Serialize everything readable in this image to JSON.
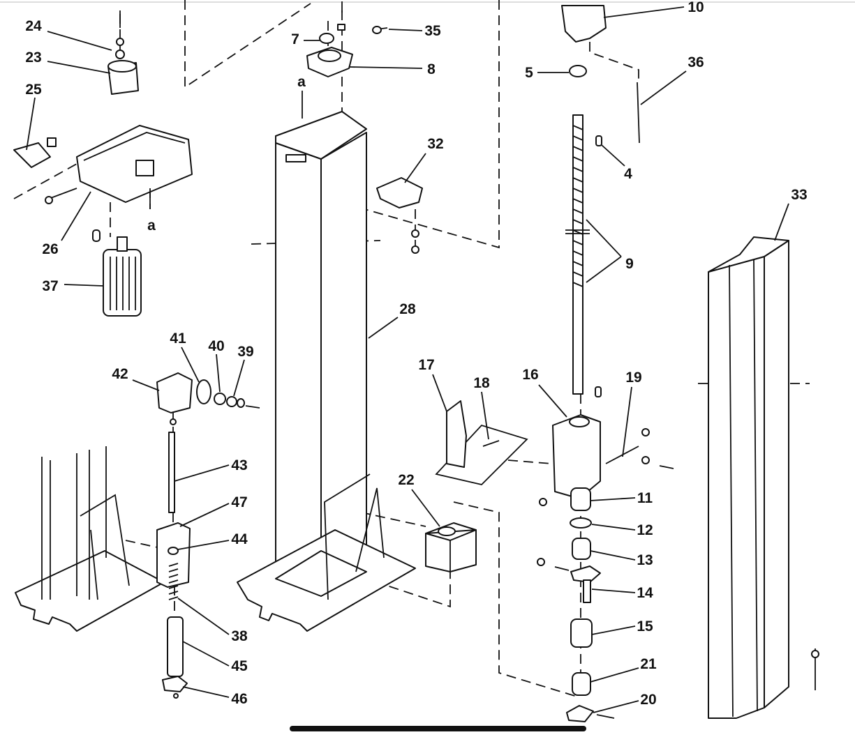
{
  "diagram": {
    "callouts": [
      "24",
      "23",
      "25",
      "26",
      "37",
      "a",
      "7",
      "35",
      "8",
      "a",
      "32",
      "10",
      "5",
      "36",
      "4",
      "9",
      "33",
      "28",
      "41",
      "40",
      "39",
      "42",
      "17",
      "18",
      "16",
      "19",
      "43",
      "47",
      "44",
      "22",
      "11",
      "12",
      "13",
      "14",
      "15",
      "38",
      "45",
      "46",
      "21",
      "20"
    ]
  },
  "colors": {
    "ink": "#111111",
    "background": "#ffffff"
  }
}
